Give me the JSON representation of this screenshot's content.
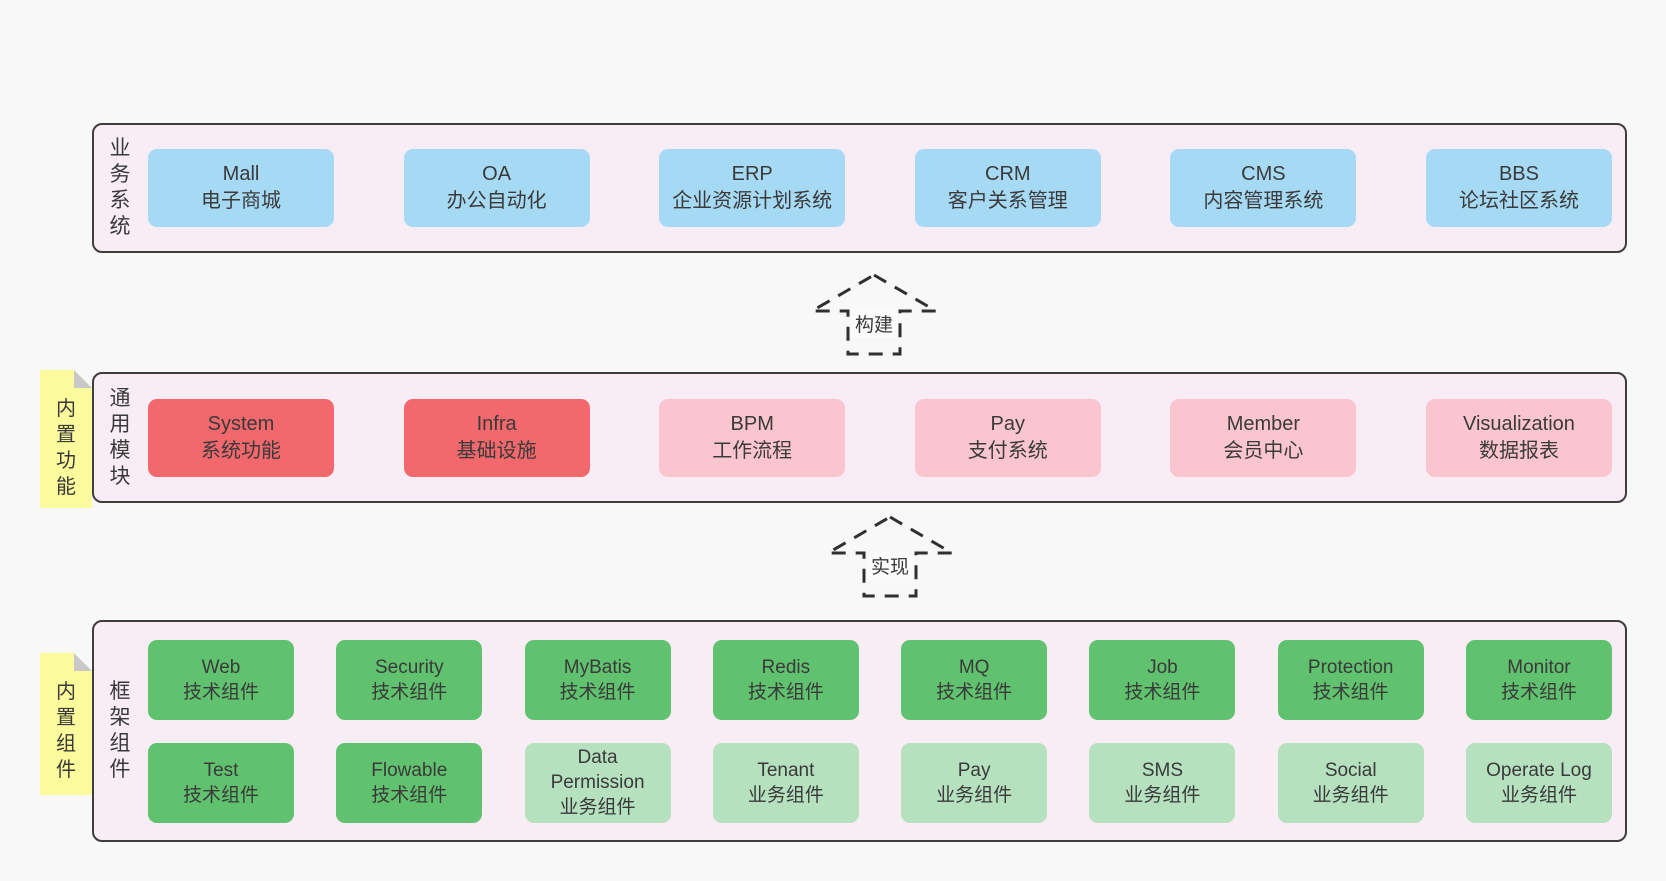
{
  "diagram": {
    "colors": {
      "pageBg": "#f8f8f8",
      "bandBg": "#f8edf5",
      "bandBorder": "#3e3e3e",
      "text": "#3a3a3a",
      "stickyYellow": "#fbfa9c",
      "stickyFold": "#c8c8c8",
      "arrowStroke": "#303030",
      "arrowLabelBg": "#fbfbfb",
      "blue": "#a6d9f4",
      "red": "#f2686c",
      "pink": "#fac5ce",
      "green": "#60c26e",
      "lightGreen": "#b5e1be"
    },
    "arrows": [
      {
        "label": "构建"
      },
      {
        "label": "实现"
      }
    ],
    "bands": [
      {
        "label": "业务系统",
        "sticky": null,
        "rows": [
          [
            {
              "title": "Mall",
              "subtitle": "电子商城",
              "color": "blue"
            },
            {
              "title": "OA",
              "subtitle": "办公自动化",
              "color": "blue"
            },
            {
              "title": "ERP",
              "subtitle": "企业资源计划系统",
              "color": "blue"
            },
            {
              "title": "CRM",
              "subtitle": "客户关系管理",
              "color": "blue"
            },
            {
              "title": "CMS",
              "subtitle": "内容管理系统",
              "color": "blue"
            },
            {
              "title": "BBS",
              "subtitle": "论坛社区系统",
              "color": "blue"
            }
          ]
        ]
      },
      {
        "label": "通用模块",
        "sticky": "内置功能",
        "rows": [
          [
            {
              "title": "System",
              "subtitle": "系统功能",
              "color": "red"
            },
            {
              "title": "Infra",
              "subtitle": "基础设施",
              "color": "red"
            },
            {
              "title": "BPM",
              "subtitle": "工作流程",
              "color": "pink"
            },
            {
              "title": "Pay",
              "subtitle": "支付系统",
              "color": "pink"
            },
            {
              "title": "Member",
              "subtitle": "会员中心",
              "color": "pink"
            },
            {
              "title": "Visualization",
              "subtitle": "数据报表",
              "color": "pink"
            }
          ]
        ]
      },
      {
        "label": "框架组件",
        "sticky": "内置组件",
        "rows": [
          [
            {
              "title": "Web",
              "subtitle": "技术组件",
              "color": "green"
            },
            {
              "title": "Security",
              "subtitle": "技术组件",
              "color": "green"
            },
            {
              "title": "MyBatis",
              "subtitle": "技术组件",
              "color": "green"
            },
            {
              "title": "Redis",
              "subtitle": "技术组件",
              "color": "green"
            },
            {
              "title": "MQ",
              "subtitle": "技术组件",
              "color": "green"
            },
            {
              "title": "Job",
              "subtitle": "技术组件",
              "color": "green"
            },
            {
              "title": "Protection",
              "subtitle": "技术组件",
              "color": "green"
            },
            {
              "title": "Monitor",
              "subtitle": "技术组件",
              "color": "green"
            }
          ],
          [
            {
              "title": "Test",
              "subtitle": "技术组件",
              "color": "green"
            },
            {
              "title": "Flowable",
              "subtitle": "技术组件",
              "color": "green"
            },
            {
              "title": "Data Permission",
              "subtitle": "业务组件",
              "color": "lightGreen"
            },
            {
              "title": "Tenant",
              "subtitle": "业务组件",
              "color": "lightGreen"
            },
            {
              "title": "Pay",
              "subtitle": "业务组件",
              "color": "lightGreen"
            },
            {
              "title": "SMS",
              "subtitle": "业务组件",
              "color": "lightGreen"
            },
            {
              "title": "Social",
              "subtitle": "业务组件",
              "color": "lightGreen"
            },
            {
              "title": "Operate Log",
              "subtitle": "业务组件",
              "color": "lightGreen"
            }
          ]
        ]
      }
    ]
  }
}
